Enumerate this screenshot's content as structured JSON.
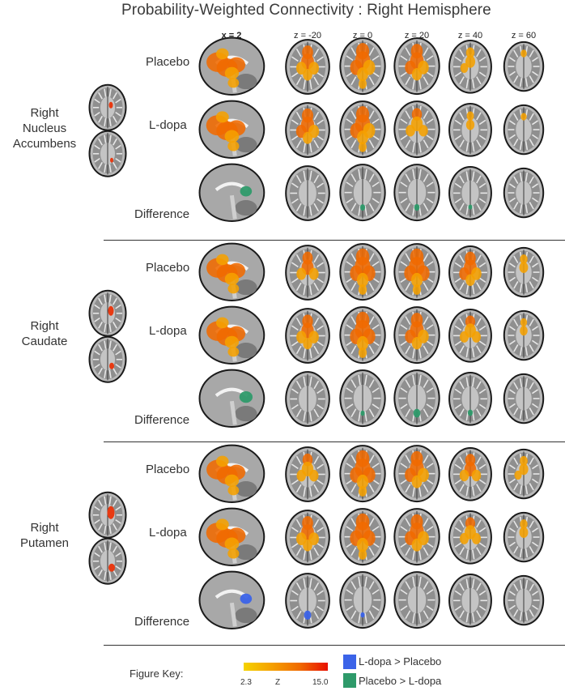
{
  "title": "Probability-Weighted Connectivity : Right Hemisphere",
  "columns": [
    "x = 2",
    "z = -20",
    "z = 0",
    "z = 20",
    "z = 40",
    "z = 60"
  ],
  "groups": [
    {
      "seed_lines": [
        "Right",
        "Nucleus",
        "Accumbens"
      ],
      "rows": [
        {
          "label": "Placebo",
          "type": "pos",
          "intensity": [
            0.85,
            0.7,
            0.95,
            0.75,
            0.35,
            0.05
          ]
        },
        {
          "label": "L-dopa",
          "type": "pos",
          "intensity": [
            0.9,
            0.75,
            0.95,
            0.5,
            0.15,
            0.02
          ]
        },
        {
          "label": "Difference",
          "type": "green",
          "intensity": [
            0.35,
            0.0,
            0.15,
            0.2,
            0.05,
            0.0
          ]
        }
      ]
    },
    {
      "seed_lines": [
        "Right",
        "Caudate"
      ],
      "rows": [
        {
          "label": "Placebo",
          "type": "pos",
          "intensity": [
            0.85,
            0.6,
            1.0,
            1.0,
            0.75,
            0.3
          ]
        },
        {
          "label": "L-dopa",
          "type": "pos",
          "intensity": [
            0.85,
            0.65,
            1.0,
            0.75,
            0.55,
            0.15
          ]
        },
        {
          "label": "Difference",
          "type": "green",
          "intensity": [
            0.45,
            0.0,
            0.05,
            0.4,
            0.2,
            0.0
          ]
        }
      ]
    },
    {
      "seed_lines": [
        "Right",
        "Putamen"
      ],
      "rows": [
        {
          "label": "Placebo",
          "type": "pos",
          "intensity": [
            0.85,
            0.55,
            1.0,
            0.8,
            0.6,
            0.35
          ]
        },
        {
          "label": "L-dopa",
          "type": "pos",
          "intensity": [
            0.9,
            0.7,
            1.0,
            0.8,
            0.55,
            0.3
          ]
        },
        {
          "label": "Difference",
          "type": "blue",
          "intensity": [
            0.35,
            0.45,
            0.05,
            0.0,
            0.0,
            0.0
          ]
        }
      ]
    }
  ],
  "key": {
    "title": "Figure Key:",
    "min": "2.3",
    "mid": "Z",
    "max": "15.0",
    "colors": [
      "#f5d300",
      "#f5a000",
      "#f06a00",
      "#e81000"
    ],
    "blue_label": "L-dopa > Placebo",
    "green_label": "Placebo > L-dopa",
    "blue_color": "#3b63e8",
    "green_color": "#2e9a6a"
  }
}
